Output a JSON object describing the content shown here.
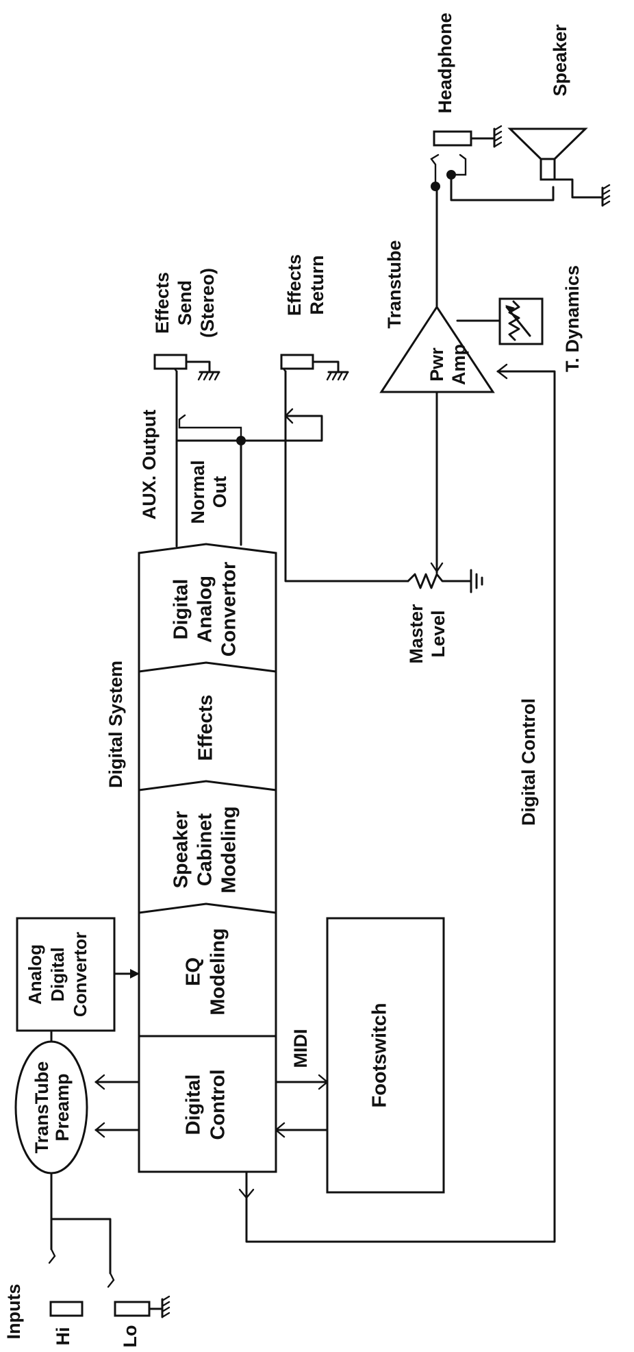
{
  "diagram": {
    "inputs": {
      "title": "Inputs",
      "hi": "Hi",
      "lo": "Lo"
    },
    "preamp": {
      "line1": "TransTube",
      "line2": "Preamp"
    },
    "adc": {
      "line1": "Analog",
      "line2": "Digital",
      "line3": "Convertor"
    },
    "digital_system": {
      "title": "Digital System",
      "digital_control": {
        "line1": "Digital",
        "line2": "Control"
      },
      "eq_modeling": {
        "line1": "EQ",
        "line2": "Modeling"
      },
      "speaker_cabinet": {
        "line1": "Speaker",
        "line2": "Cabinet",
        "line3": "Modeling"
      },
      "effects": {
        "line1": "Effects"
      },
      "dac": {
        "line1": "Digital",
        "line2": "Analog",
        "line3": "Convertor"
      }
    },
    "footswitch": "Footswitch",
    "midi": "MIDI",
    "digital_control_bus": "Digital Control",
    "master_level": {
      "line1": "Master",
      "line2": "Level"
    },
    "aux_output": "AUX. Output",
    "normal_out": {
      "line1": "Normal",
      "line2": "Out"
    },
    "effects_send": {
      "line1": "Effects",
      "line2": "Send",
      "line3": "(Stereo)"
    },
    "effects_return": {
      "line1": "Effects",
      "line2": "Return"
    },
    "power_amp": {
      "title": "Transtube",
      "line1": "Pwr",
      "line2": "Amp"
    },
    "t_dynamics": "T. Dynamics",
    "headphone": "Headphone",
    "speaker": "Speaker"
  }
}
